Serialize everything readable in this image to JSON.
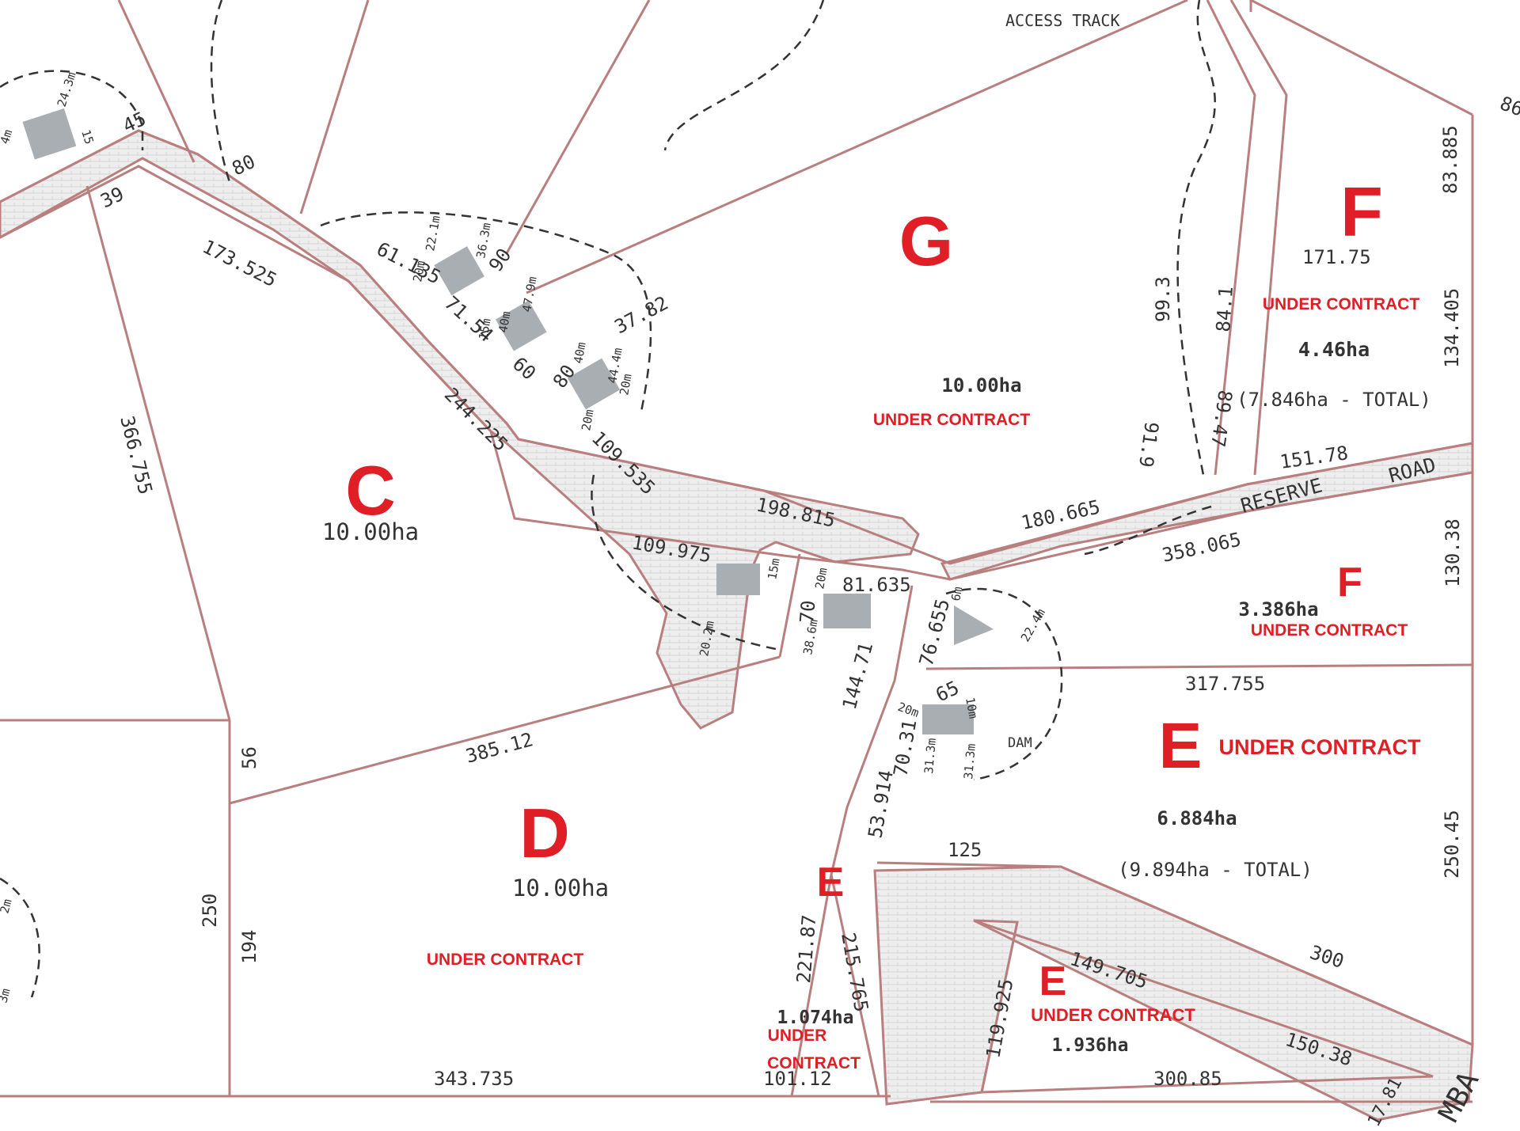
{
  "map": {
    "features": {
      "access_track": "ACCESS TRACK",
      "reserve": "RESERVE",
      "road": "ROAD",
      "dam": "DAM",
      "edge_mba": "MBA",
      "edge_86": "86",
      "edge_1781": "17.81"
    },
    "lots": [
      {
        "id": "C",
        "area": "10.00ha",
        "status": ""
      },
      {
        "id": "D",
        "area": "10.00ha",
        "status": "UNDER CONTRACT"
      },
      {
        "id": "G",
        "area": "10.00ha",
        "status": "UNDER CONTRACT"
      },
      {
        "id": "F",
        "area": "4.46ha",
        "total": "(7.846ha - TOTAL)",
        "status": "UNDER CONTRACT"
      },
      {
        "id": "F",
        "area": "3.386ha",
        "status": "UNDER CONTRACT"
      },
      {
        "id": "E",
        "area": "6.884ha",
        "total": "(9.894ha - TOTAL)",
        "status": "UNDER CONTRACT"
      },
      {
        "id": "E",
        "area": "1.074ha",
        "status": "UNDER CONTRACT",
        "status_line1": "UNDER",
        "status_line2": "CONTRACT"
      },
      {
        "id": "E",
        "area": "1.936ha",
        "status": "UNDER CONTRACT"
      }
    ],
    "dimensions": {
      "d80a": "80",
      "d45": "45",
      "d39": "39",
      "d173525": "173.525",
      "d61135": "61.135",
      "d7154": "71.54",
      "d90": "90",
      "d60": "60",
      "d80b": "80",
      "d3782": "37.82",
      "d244225": "244.225",
      "d109535": "109.535",
      "d366755": "366.755",
      "d198815": "198.815",
      "d180665": "180.665",
      "d993": "99.3",
      "d919": "91.9",
      "d841": "84.1",
      "d8947": "89.47",
      "d17175": "171.75",
      "d83885": "83.885",
      "d134405": "134.405",
      "d15178": "151.78",
      "d358065": "358.065",
      "d13038": "130.38",
      "d109975": "109.975",
      "d81635": "81.635",
      "d70": "70",
      "d14471": "144.71",
      "d76655": "76.655",
      "d65": "65",
      "d317755": "317.755",
      "d38512": "385.12",
      "d56": "56",
      "d7031": "70.31",
      "d53914": "53.914",
      "d125": "125",
      "d25045": "250.45",
      "d250": "250",
      "d194": "194",
      "d22187": "221.87",
      "d215765": "215.765",
      "d300": "300",
      "d149705": "149.705",
      "d119925": "119.925",
      "d15038": "150.38",
      "d343735": "343.735",
      "d10112": "101.12",
      "d30085": "300.85"
    },
    "small_labels": {
      "s243": "24.3m",
      "s4m": "4m",
      "s15a": "15",
      "s221": "22.1m",
      "s363": "36.3m",
      "s20a": "20m",
      "s479": "47.9m",
      "s40a": "40m",
      "s15b": "15m",
      "s40b": "40m",
      "s444": "44.4m",
      "s20b": "20m",
      "s20c": "20m",
      "s15c": "15m",
      "s20d": "20m",
      "s386": "38.6m",
      "s202": "20.2m",
      "s224": "22.4m",
      "s6m": "6m",
      "s10m": "10m",
      "s20e": "20m",
      "s313a": "31.3m",
      "s313b": "31.3m",
      "s2m": "2m",
      "s3m": "3m"
    }
  }
}
